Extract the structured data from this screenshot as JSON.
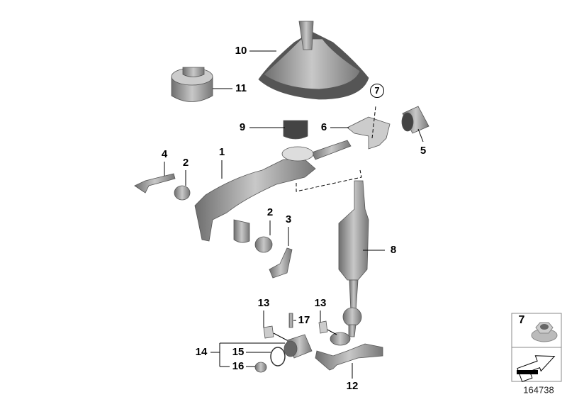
{
  "labels": {
    "p10": "10",
    "p11": "11",
    "p7c": "7",
    "p9": "9",
    "p6": "6",
    "p5": "5",
    "p4": "4",
    "p2a": "2",
    "p1": "1",
    "p2b": "2",
    "p3": "3",
    "p8": "8",
    "p13a": "13",
    "p17": "17",
    "p13b": "13",
    "p14": "14",
    "p15": "15",
    "p16": "16",
    "p12": "12"
  },
  "legend_box": {
    "part_number": "7",
    "icon": "hex-flange-nut-icon",
    "arrow_icon": "direction-arrow-icon"
  },
  "reference_number": "164738",
  "colors": {
    "part": "#8e8e8e",
    "part_light": "#c4c4c4",
    "line": "#000000"
  }
}
